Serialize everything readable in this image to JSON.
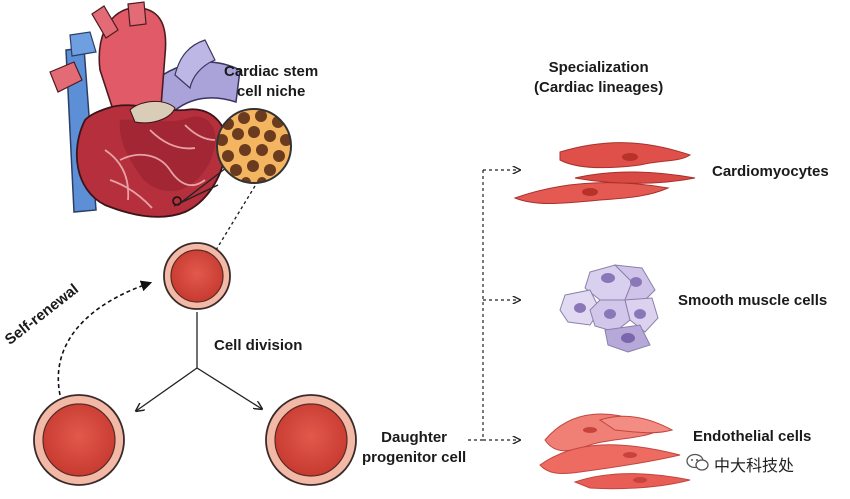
{
  "labels": {
    "niche_line1": "Cardiac stem",
    "niche_line2": "cell niche",
    "self_renewal": "Self-renewal",
    "cell_division": "Cell division",
    "daughter_line1": "Daughter",
    "daughter_line2": "progenitor cell",
    "specialization_line1": "Specialization",
    "specialization_line2": "(Cardiac lineages)",
    "cardiomyocytes": "Cardiomyocytes",
    "smooth_muscle": "Smooth muscle cells",
    "endothelial": "Endothelial cells"
  },
  "watermark": "中大科技处",
  "icons": {
    "heart": "heart-illustration",
    "niche": "magnified-niche-icon",
    "stem_cell": "stem-cell-icon",
    "cardiomyocyte": "cardiomyocyte-icon",
    "smooth_muscle": "smooth-muscle-icon",
    "endothelial": "endothelial-icon",
    "wechat": "wechat-logo-icon"
  },
  "colors": {
    "cell_fill": "#d94a3e",
    "cell_ring": "#f2b9a7",
    "cell_outline": "#3a2a2a",
    "heart_red": "#c0283a",
    "vessel_blue": "#5d8fd6",
    "aorta_lavender": "#a9a3d9",
    "cardio_red": "#e0504a",
    "smooth_lavender": "#c6b9e2",
    "niche_orange": "#f0a84a"
  }
}
